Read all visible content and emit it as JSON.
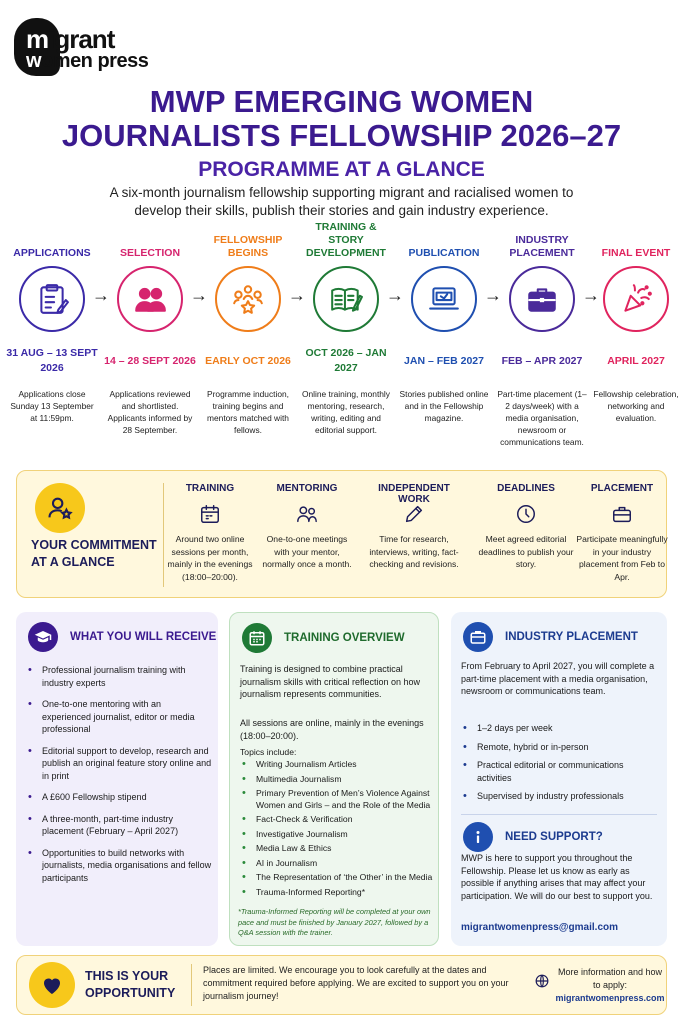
{
  "brand": {
    "line1_a": "m",
    "line1_b": "igrant",
    "line2_a": "w",
    "line2_b": "omen press"
  },
  "header": {
    "title_line1": "MWP EMERGING WOMEN",
    "title_line2": "JOURNALISTS FELLOWSHIP 2026–27",
    "subtitle": "PROGRAMME AT A GLANCE",
    "intro": "A six-month journalism fellowship supporting migrant and racialised women to develop their skills, publish their stories and gain industry experience."
  },
  "timeline": [
    {
      "label": "APPLICATIONS",
      "date": "31 AUG – 13 SEPT 2026",
      "desc": "Applications close Sunday 13 September at 11:59pm.",
      "color": "#3b2aa8",
      "icon": "clipboard-icon"
    },
    {
      "label": "SELECTION",
      "date": "14 – 28 SEPT 2026",
      "desc": "Applications reviewed and shortlisted. Applicants informed by 28 September.",
      "color": "#d6246e",
      "icon": "people-icon"
    },
    {
      "label": "FELLOWSHIP BEGINS",
      "date": "EARLY OCT 2026",
      "desc": "Programme induction, training begins and mentors matched with fellows.",
      "color": "#ef7d1a",
      "icon": "group-star-icon"
    },
    {
      "label": "TRAINING & STORY DEVELOPMENT",
      "date": "OCT 2026 – JAN 2027",
      "desc": "Online training, monthly mentoring, research, writing, editing and editorial support.",
      "color": "#1f7a36",
      "icon": "book-pen-icon"
    },
    {
      "label": "PUBLICATION",
      "date": "JAN – FEB 2027",
      "desc": "Stories published online and in the Fellowship magazine.",
      "color": "#1f4fb0",
      "icon": "laptop-icon"
    },
    {
      "label": "INDUSTRY PLACEMENT",
      "date": "FEB – APR 2027",
      "desc": "Part-time placement (1–2 days/week) with a media organisation, newsroom or communications team.",
      "color": "#4a2a9a",
      "icon": "briefcase-icon"
    },
    {
      "label": "FINAL EVENT",
      "date": "APRIL 2027",
      "desc": "Fellowship celebration, networking and evaluation.",
      "color": "#e0245e",
      "icon": "party-popper-icon"
    }
  ],
  "commitment": {
    "title": "YOUR COMMITMENT AT A GLANCE",
    "items": [
      {
        "heading": "TRAINING",
        "text": "Around two online sessions per month, mainly in the evenings (18:00–20:00).",
        "icon": "calendar-icon"
      },
      {
        "heading": "MENTORING",
        "text": "One-to-one meetings with your mentor, normally once a month.",
        "icon": "mentor-icon"
      },
      {
        "heading": "INDEPENDENT WORK",
        "text": "Time for research, interviews, writing, fact-checking and revisions.",
        "icon": "pencil-icon"
      },
      {
        "heading": "DEADLINES",
        "text": "Meet agreed editorial deadlines to publish your story.",
        "icon": "clock-icon"
      },
      {
        "heading": "PLACEMENT",
        "text": "Participate meaningfully in your industry placement from Feb to Apr.",
        "icon": "bag-icon"
      }
    ]
  },
  "receive": {
    "title": "WHAT YOU WILL RECEIVE",
    "items": [
      "Professional journalism training with industry experts",
      "One-to-one mentoring with an experienced journalist, editor or media professional",
      "Editorial support to develop, research and publish an original feature story online and in print",
      "A £600 Fellowship stipend",
      "A three-month, part-time industry placement (February – April 2027)",
      "Opportunities to build networks with journalists, media organisations and fellow participants"
    ]
  },
  "training": {
    "title": "TRAINING OVERVIEW",
    "text1": "Training is designed to combine practical journalism skills with critical reflection on how journalism represents communities.",
    "text2": "All sessions are online, mainly in the evenings (18:00–20:00).",
    "topics_label": "Topics include:",
    "topics": [
      "Writing Journalism Articles",
      "Multimedia Journalism",
      "Primary Prevention of Men’s Violence Against Women and Girls – and the Role of the Media",
      "Fact-Check & Verification",
      "Investigative Journalism",
      "Media Law & Ethics",
      "AI in Journalism",
      "The Representation of ‘the Other’ in the Media",
      "Trauma-Informed Reporting*"
    ],
    "note": "*Trauma-Informed Reporting will be completed at your own pace and must be finished by January 2027, followed by a Q&A session with the trainer."
  },
  "placement": {
    "title": "INDUSTRY PLACEMENT",
    "text": "From February to April 2027, you will complete a part-time placement with a media organisation, newsroom or communications team.",
    "items": [
      "1–2 days per week",
      "Remote, hybrid or in-person",
      "Practical editorial or communications activities",
      "Supervised by industry professionals"
    ],
    "support_title": "NEED SUPPORT?",
    "support_text": "MWP is here to support you throughout the Fellowship. Please let us know as early as possible if anything arises that may affect your participation. We will do our best to support you.",
    "email": "migrantwomenpress@gmail.com"
  },
  "footer": {
    "title": "THIS IS YOUR OPPORTUNITY",
    "text": "Places are limited. We encourage you to look carefully at the dates and commitment required before applying. We are excited to support you on your journalism journey!",
    "more": "More information and how to apply:",
    "url": "migrantwomenpress.com"
  }
}
